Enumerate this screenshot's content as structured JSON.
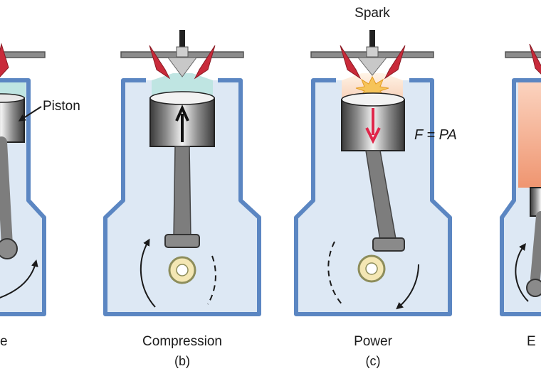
{
  "labels": {
    "piston": "Piston",
    "spark": "Spark",
    "formula": "F = PA"
  },
  "stages": [
    {
      "name": "e",
      "letter": ""
    },
    {
      "name": "Compression",
      "letter": "(b)"
    },
    {
      "name": "Power",
      "letter": "(c)"
    },
    {
      "name": "E",
      "letter": ""
    }
  ],
  "colors": {
    "cylinder_wall": "#5b86c2",
    "cylinder_fill": "#dde8f4",
    "intake_charge": "#bfe5e2",
    "burn_gas": "#fbe0cc",
    "exhaust_gas": "#f3a98b",
    "valve": "#c92a3a",
    "power_arrow": "#e0264a",
    "metal": "#8a8a8a",
    "crank_pin": "#f4e7b4",
    "spark_flash": "#f6c45a"
  }
}
